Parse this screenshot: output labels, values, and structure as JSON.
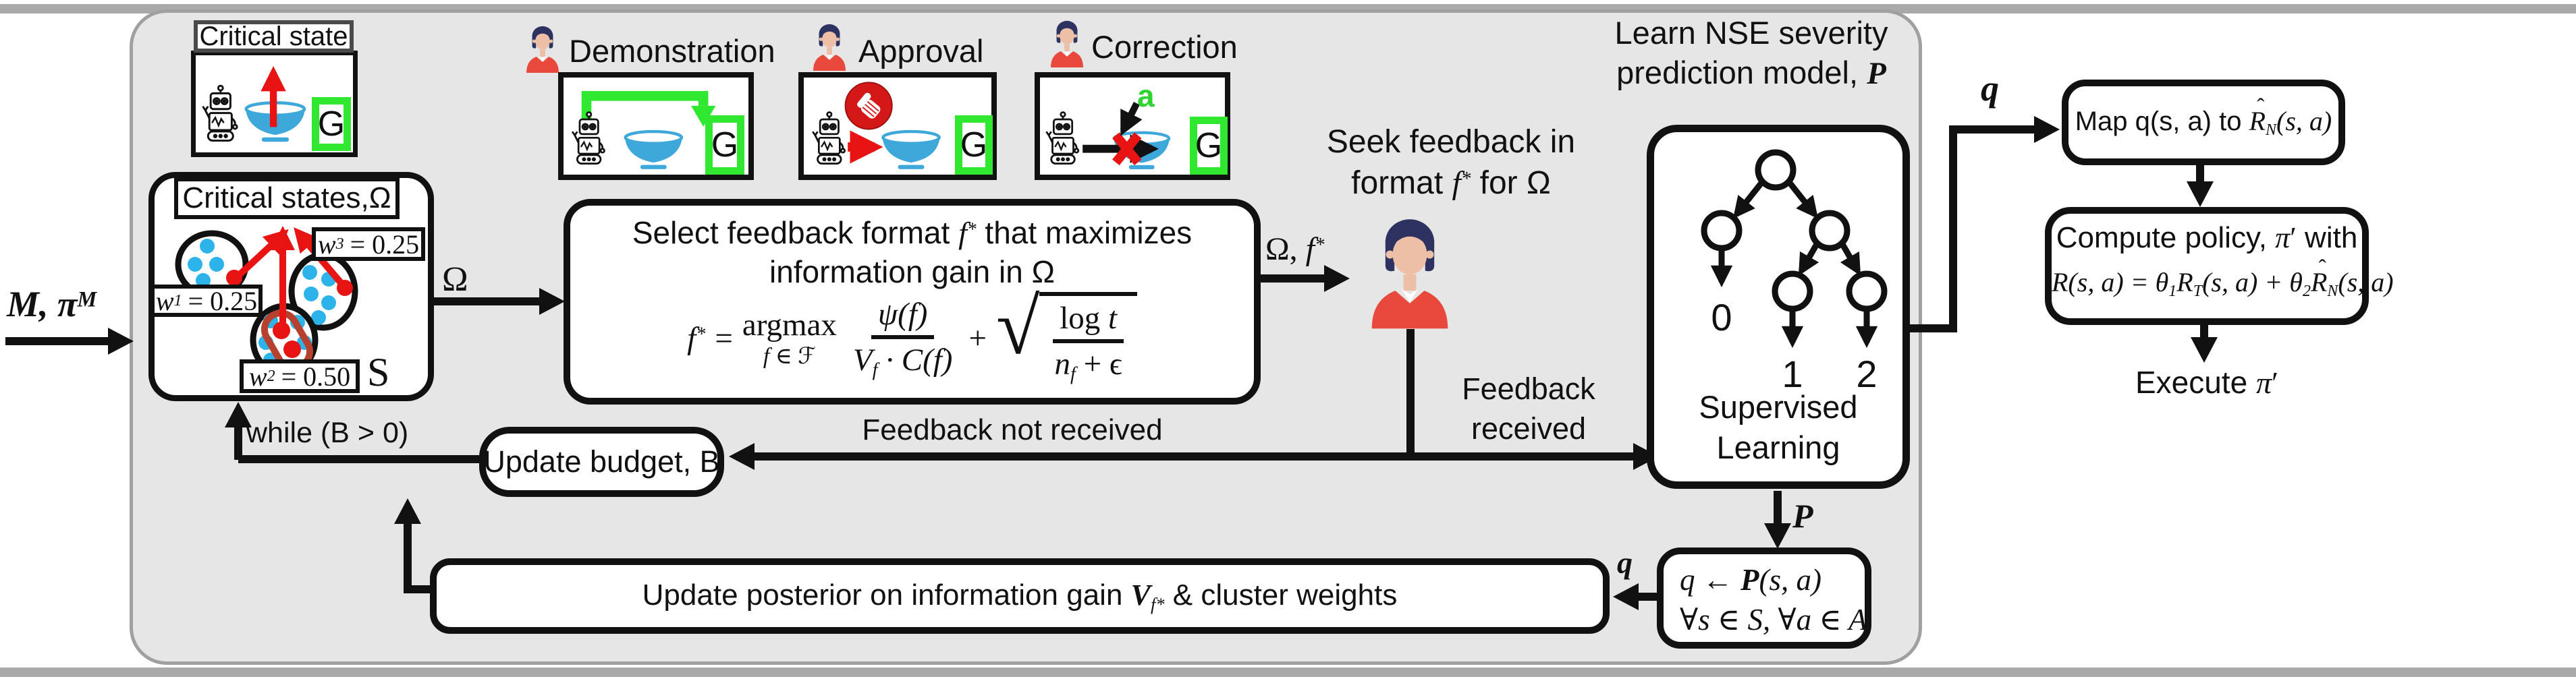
{
  "m_input": {
    "t": "M, π",
    "sup": "M"
  },
  "critical_state": {
    "label": "Critical state",
    "g": "G"
  },
  "demo": {
    "label": "Demonstration",
    "g": "G"
  },
  "approval": {
    "label": "Approval",
    "g": "G"
  },
  "correction": {
    "label": "Correction",
    "g": "G",
    "a": "a"
  },
  "clusters": {
    "title": "Critical states,Ω",
    "s": "S",
    "w1": {
      "v": "w",
      "sub": "1",
      "eq": "= 0.25"
    },
    "w2": {
      "v": "w",
      "sub": "2",
      "eq": "= 0.50"
    },
    "w3": {
      "v": "w",
      "sub": "3",
      "eq": "= 0.25"
    }
  },
  "omega_label": "Ω",
  "select": {
    "t1a": "Select feedback format ",
    "t1f": "f",
    "t1s": "*",
    "t1b": " that maximizes",
    "t2": "information gain in Ω",
    "f": "f",
    "fs": "*",
    "eq": "=",
    "argmax": "argmax",
    "argsub": "f ∈ ℱ",
    "num1": "ψ(f)",
    "denv": "V",
    "densub": "f",
    "denrest": "· C(f)",
    "plus": "+",
    "log": "log ",
    "t": "t",
    "n": "n",
    "nsub": "f",
    "nrest": "+ ϵ"
  },
  "omega_f": {
    "t": "Ω, ",
    "f": "f",
    "s": "*"
  },
  "seek": {
    "l1": "Seek feedback in",
    "l2a": "format ",
    "f": "f",
    "s": "*",
    "l2b": " for Ω"
  },
  "fb_recv": {
    "l1": "Feedback",
    "l2": "received"
  },
  "fb_not": "Feedback not received",
  "learn": {
    "l1": "Learn NSE severity",
    "l2": "prediction model, ",
    "p": "P"
  },
  "sup_box": {
    "l1": "Supervised",
    "l2": "Learning",
    "n0": "0",
    "n1": "1",
    "n2": "2"
  },
  "p_label": "P",
  "qbox": {
    "l1a": "q ← ",
    "l1p": "P",
    "l1b": "(s, a)",
    "l2": "∀s ∈ S, ∀a ∈ A"
  },
  "q_to_posterior": "q",
  "q_top": "q",
  "budget": "Update budget, B",
  "while_lbl": "while (B > 0)",
  "posterior": {
    "t1": "Update posterior on information gain ",
    "v": "V",
    "vsub": "f*",
    "t2": " & cluster weights"
  },
  "map": {
    "t1": "Map q(s, a) to ",
    "r": "R",
    "hat": "ˆ",
    "sub": "N",
    "t2": "(s, a)"
  },
  "compute": {
    "l1a": "Compute policy, ",
    "pi": "π",
    "pr": "′",
    "l1b": " with",
    "e1": "R(s, a) = θ",
    "s1": "1",
    "e2": "R",
    "s2": "T",
    "e3": "(s, a) + θ",
    "s3": "2",
    "e4": "R",
    "hat": "ˆ",
    "s4": "N",
    "e5": "(s, a)"
  },
  "execute": {
    "t": "Execute ",
    "pi": "π",
    "pr": "′"
  },
  "colors": {
    "accent_green": "#31e831",
    "accent_red": "#e81313",
    "bowl_blue": "#3fa8da",
    "panel_gray": "#e6e6e6"
  }
}
